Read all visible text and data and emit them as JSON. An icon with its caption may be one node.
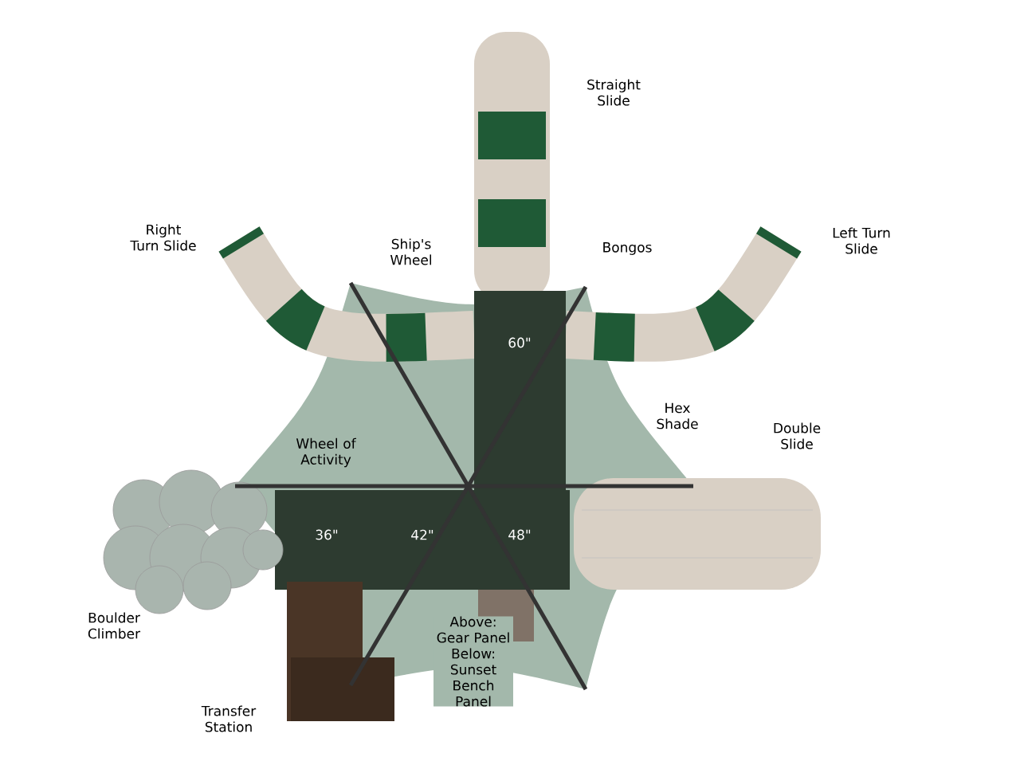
{
  "diagram": {
    "labels": [
      "Straight Slide",
      "Right Turn Slide",
      "Ship's Wheel",
      "Bongos",
      "Left Turn Slide",
      "60\"",
      "Hex Shade",
      "Double Slide",
      "Wheel of Activity",
      "36\"",
      "42\"",
      "48\"",
      "Boulder Climber",
      "Above: Gear Panel Below: Sunset Bench Panel",
      "Transfer Station"
    ]
  }
}
